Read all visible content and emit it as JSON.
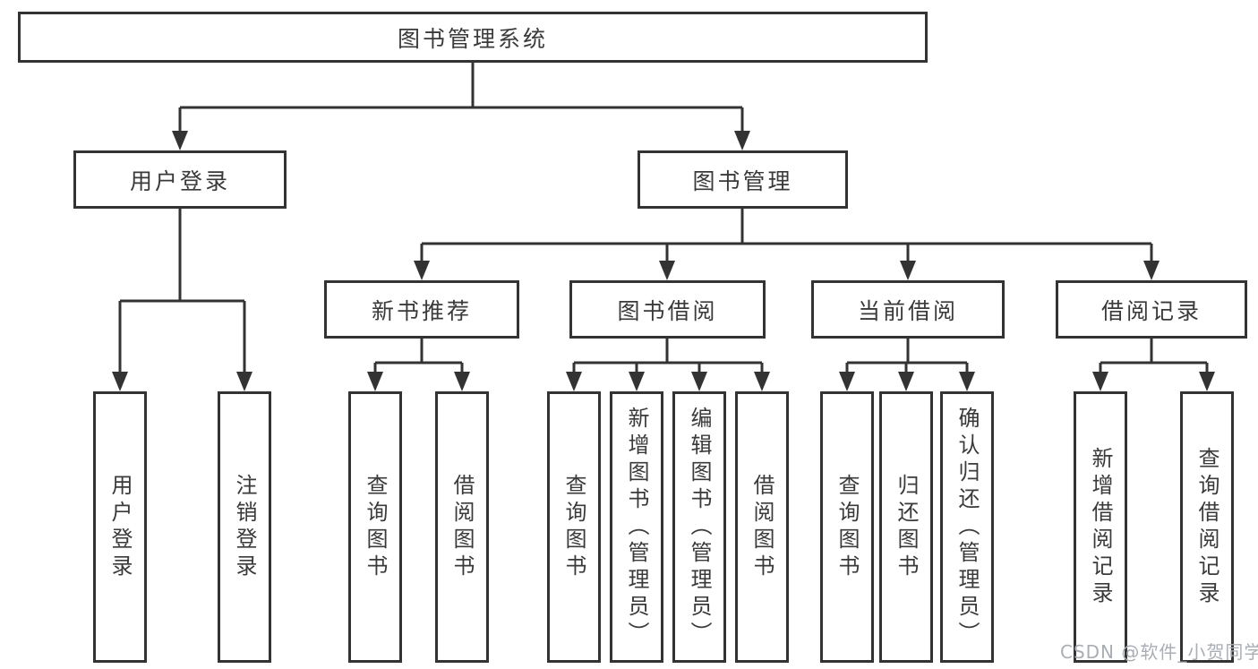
{
  "diagram": {
    "root": {
      "label": "图书管理系统"
    },
    "level2": [
      {
        "label": "用户登录"
      },
      {
        "label": "图书管理"
      }
    ],
    "level3": [
      {
        "label": "新书推荐"
      },
      {
        "label": "图书借阅"
      },
      {
        "label": "当前借阅"
      },
      {
        "label": "借阅记录"
      }
    ],
    "leaves": {
      "login": [
        "用户登录",
        "注销登录"
      ],
      "recommend": [
        "查询图书",
        "借阅图书"
      ],
      "borrow": [
        "查询图书",
        "新增图书（管理员）",
        "编辑图书（管理员）",
        "借阅图书"
      ],
      "current": [
        "查询图书",
        "归还图书",
        "确认归还（管理员）"
      ],
      "records": [
        "新增借阅记录",
        "查询借阅记录"
      ]
    }
  },
  "watermark": {
    "text": "CSDN @软件_小贺同学"
  },
  "colors": {
    "line": "#333333",
    "text": "#3a3a3a",
    "watermark": "#a9aeb5",
    "background": "#ffffff"
  }
}
